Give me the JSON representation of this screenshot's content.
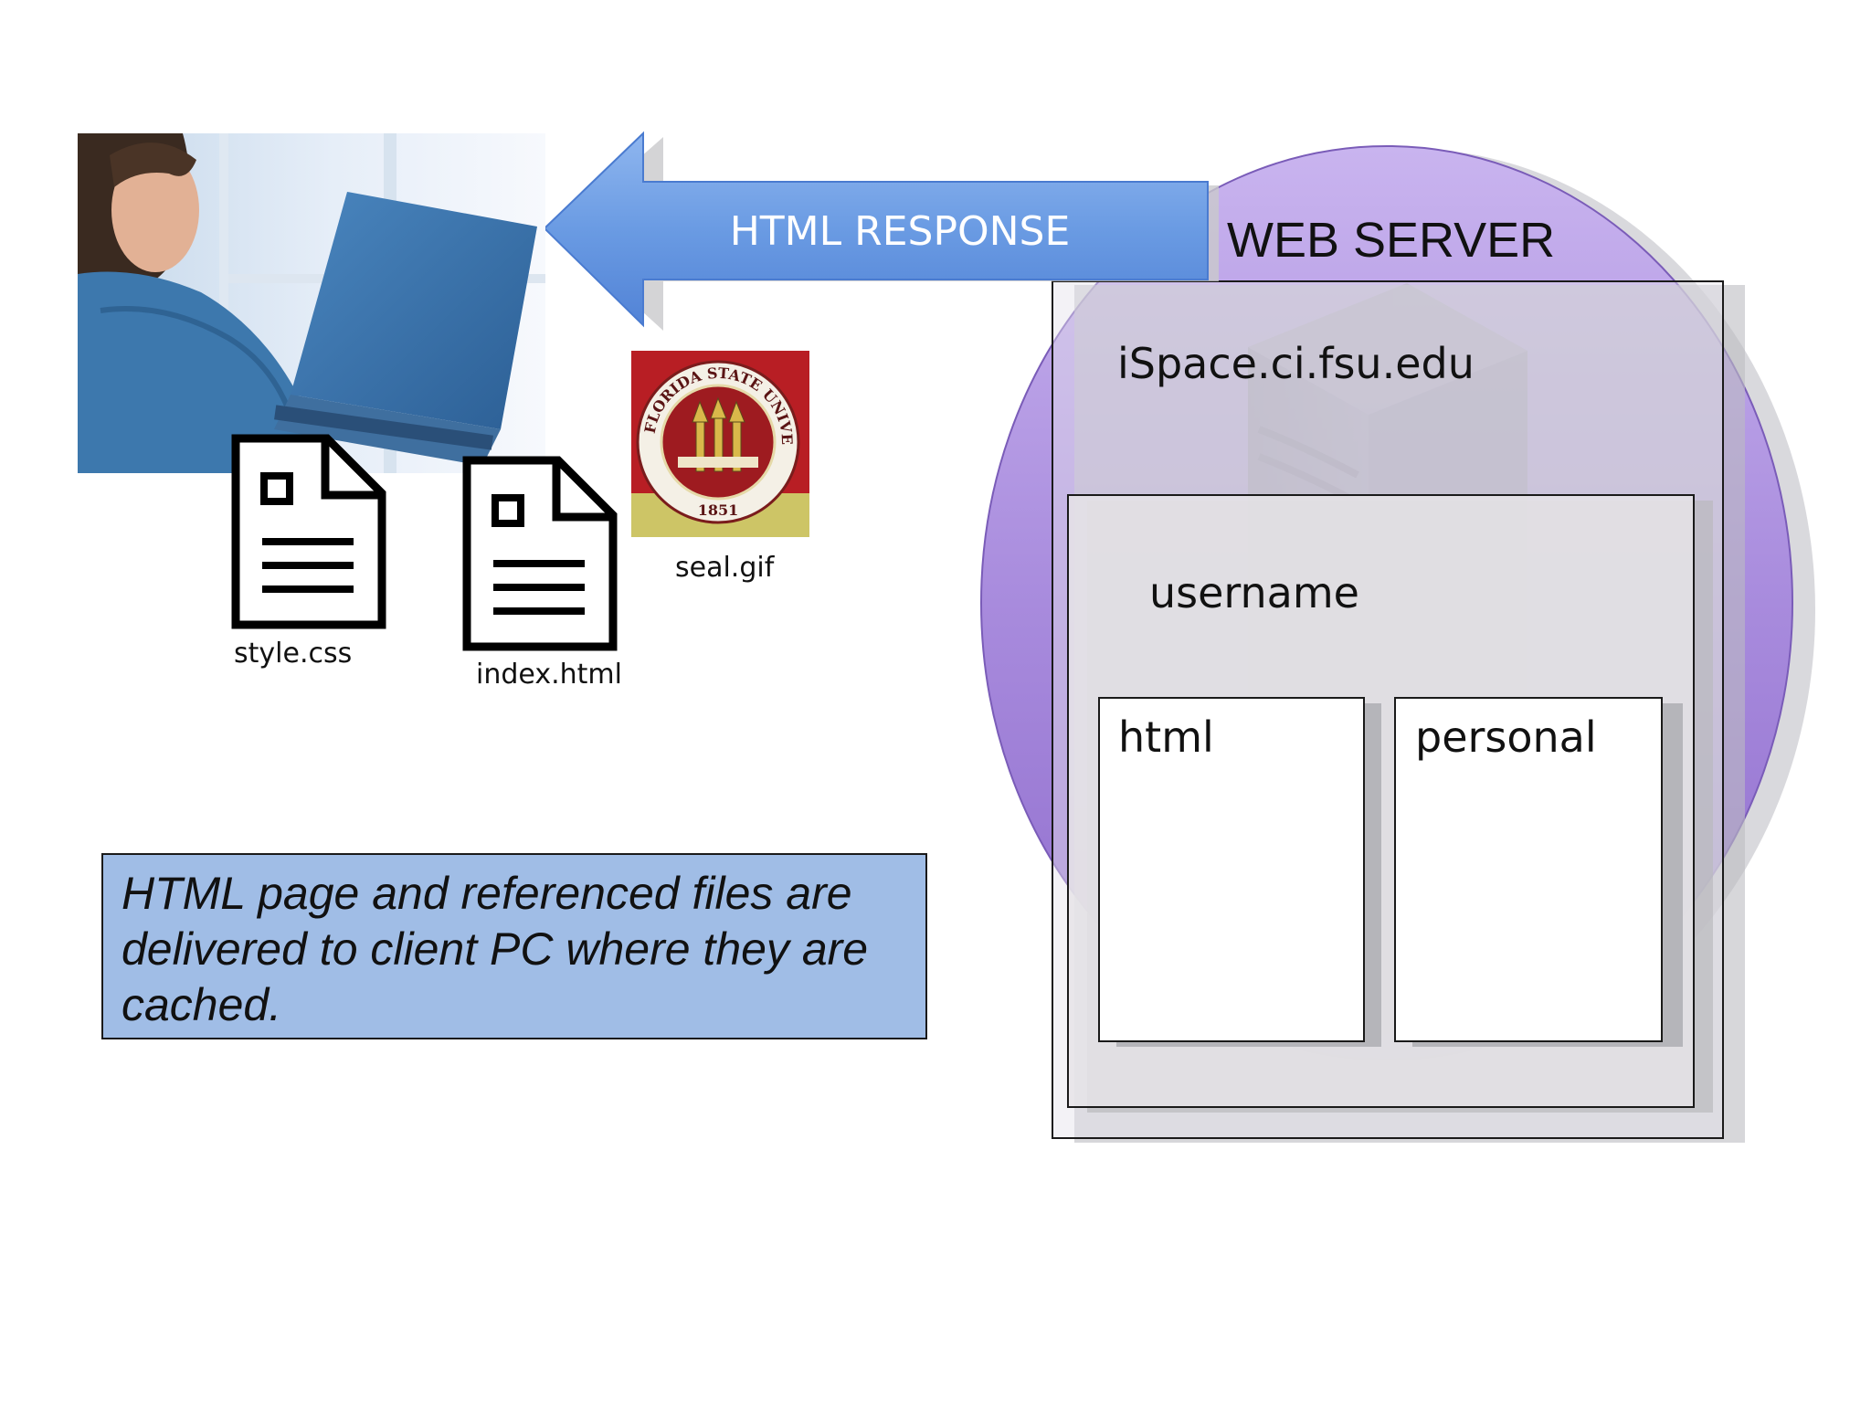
{
  "arrow": {
    "label": "HTML RESPONSE",
    "color": "#6a9be3"
  },
  "server": {
    "title": "WEB SERVER",
    "circle_color": "#9b78d6",
    "domain": "iSpace.ci.fsu.edu",
    "user_folder": "username",
    "folders": [
      "html",
      "personal"
    ]
  },
  "files": {
    "style": "style.css",
    "index": "index.html",
    "seal": "seal.gif"
  },
  "seal": {
    "ring_text": "FLORIDA STATE UNIVERSITY",
    "year": "1851"
  },
  "caption": {
    "text": "HTML page and referenced files are delivered to client PC where they are cached.",
    "background": "#a0bde6"
  },
  "icons": {
    "client_photo": "person-with-laptop",
    "document": "document-icon",
    "server": "server-tower-icon"
  }
}
